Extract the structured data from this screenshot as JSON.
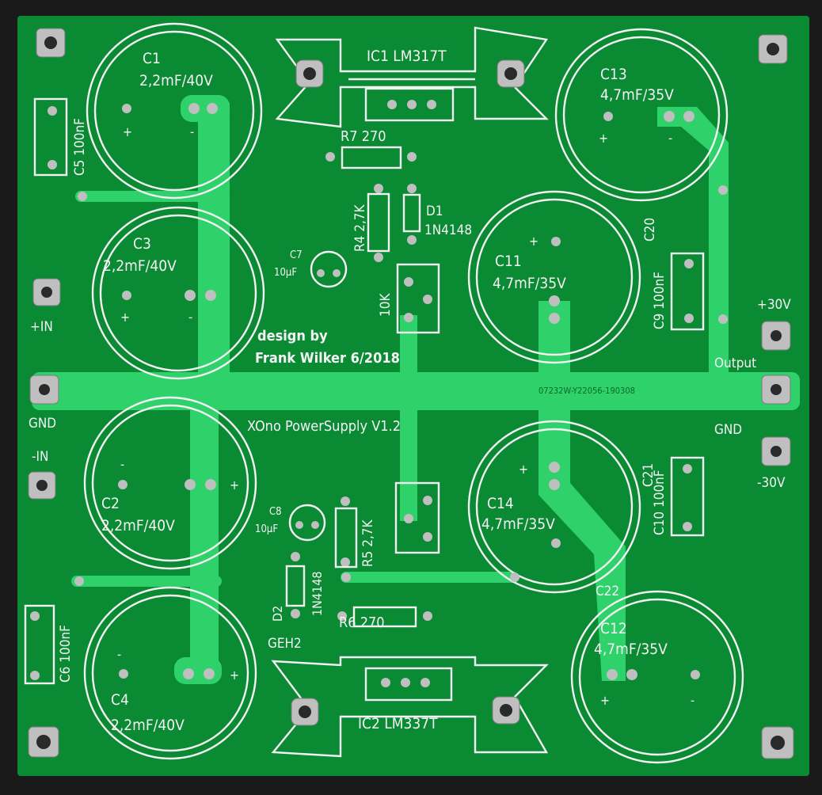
{
  "board": {
    "colors": {
      "background": "#1a1a1a",
      "pcb": "#0b8a34",
      "trace": "#2fd16a",
      "silk": "#f2f2f2"
    },
    "labels": {
      "ic1": "IC1 LM317T",
      "ic2": "IC2 LM337T",
      "c1_name": "C1",
      "c1_value": "2,2mF/40V",
      "c2_name": "C2",
      "c2_value": "2,2mF/40V",
      "c3_name": "C3",
      "c3_value": "2,2mF/40V",
      "c4_name": "C4",
      "c4_value": "2,2mF/40V",
      "c11_name": "C11",
      "c11_value": "4,7mF/35V",
      "c12_name": "C12",
      "c12_value": "4,7mF/35V",
      "c13_name": "C13",
      "c13_value": "4,7mF/35V",
      "c14_name": "C14",
      "c14_value": "4,7mF/35V",
      "c5": "C5 100nF",
      "c6": "C6 100nF",
      "c9": "C9 100nF",
      "c10": "C10 100nF",
      "c20": "C20",
      "c21": "C21",
      "c22": "C22",
      "c7_name": "C7",
      "c7_value": "10µF",
      "c8_name": "C8",
      "c8_value": "10µF",
      "r7": "R7 270",
      "r6": "R6 270",
      "r4": "R4 2,7K",
      "r5": "R5 2,7K",
      "d1_name": "D1",
      "d1_value": "1N4148",
      "d2_name": "D2",
      "d2_value": "1N4148",
      "pot": "10K",
      "plus_in": "+IN",
      "minus_in": "-IN",
      "gnd_left": "GND",
      "gnd_right": "GND",
      "plus30": "+30V",
      "minus30": "-30V",
      "output": "Output",
      "design_line1": "design by",
      "design_line2": "Frank Wilker 6/2018",
      "title": "XOno PowerSupply V1.2",
      "serial": "07232W-Y22056-190308",
      "geh": "GEH2",
      "plus": "+",
      "minus": "-"
    }
  }
}
